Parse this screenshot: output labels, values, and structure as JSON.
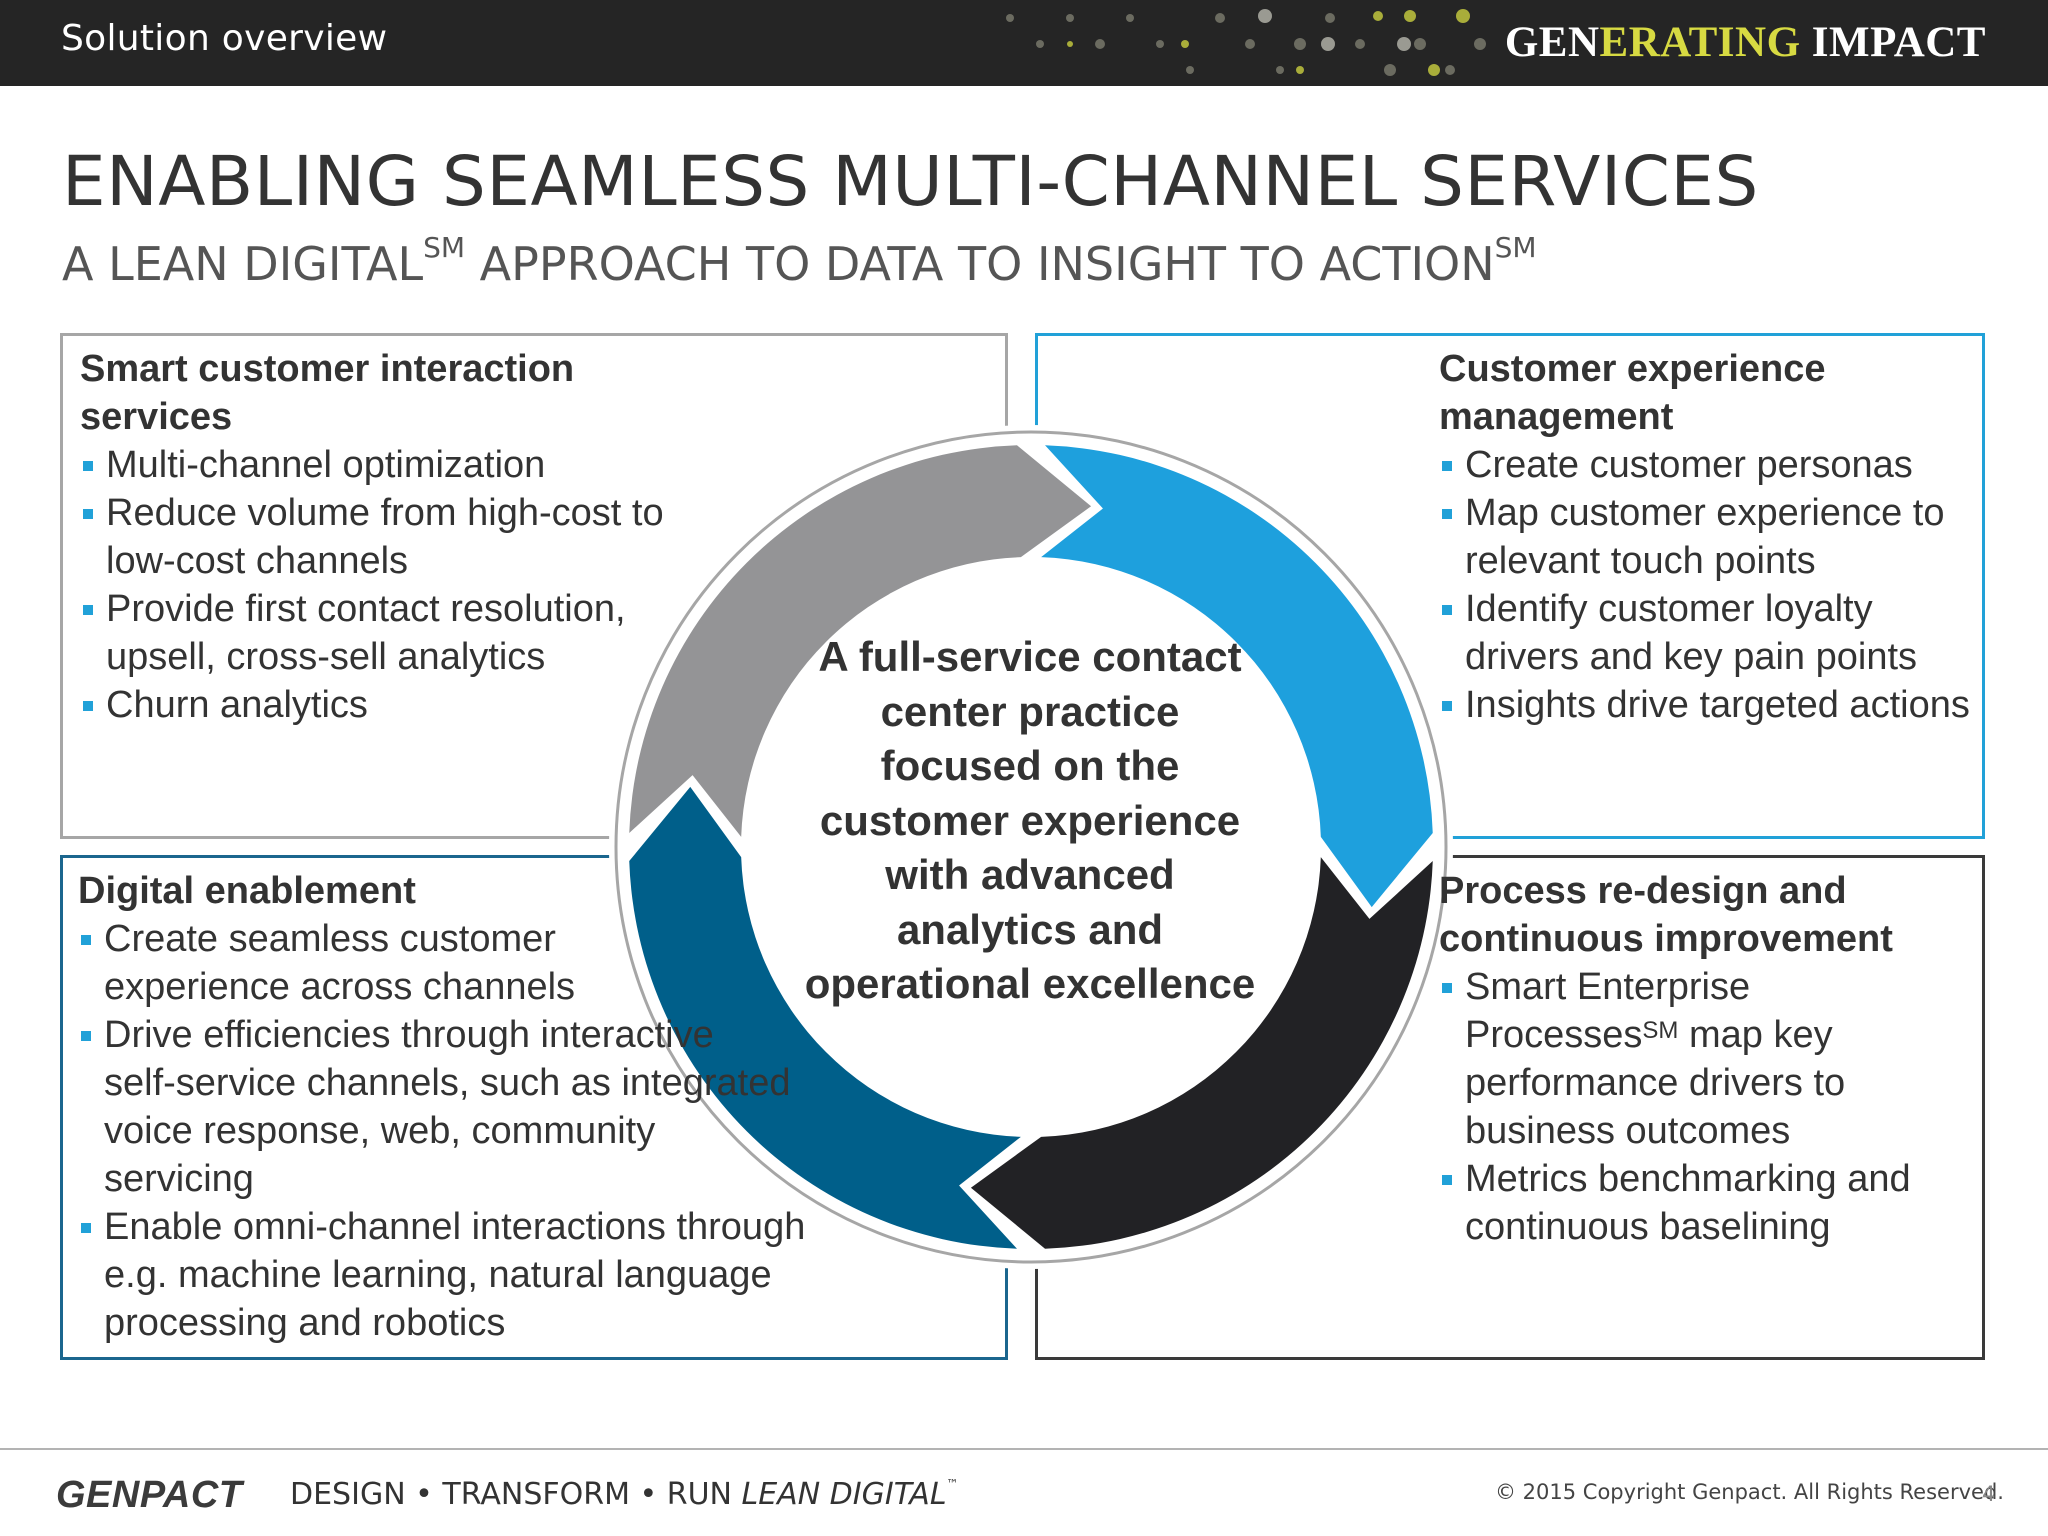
{
  "header": {
    "section_label": "Solution overview",
    "brand_part1": "GEN",
    "brand_part2": "ERATING ",
    "brand_part3": "IM",
    "brand_part4": "PACT"
  },
  "title": "ENABLING SEAMLESS MULTI-CHANNEL SERVICES",
  "subtitle": {
    "part1": "A LEAN DIGITAL",
    "sup1": "SM",
    "part2": " APPROACH TO DATA TO INSIGHT TO ACTION",
    "sup2": "SM"
  },
  "panels": {
    "tl": {
      "heading_line1": "Smart customer interaction",
      "heading_line2": "services",
      "bullets": [
        "Multi-channel optimization",
        "Reduce volume from high-cost to low-cost channels",
        "Provide first contact resolution, upsell, cross-sell analytics",
        "Churn analytics"
      ]
    },
    "tr": {
      "heading_line1": "Customer experience",
      "heading_line2": "management",
      "bullets": [
        "Create customer personas",
        "Map customer experience to relevant touch points",
        "Identify customer loyalty drivers and key pain points",
        "Insights drive targeted actions"
      ]
    },
    "bl": {
      "heading": "Digital enablement",
      "bullets": [
        "Create seamless customer experience across channels",
        "Drive efficiencies through interactive self-service channels, such as integrated voice response, web, community servicing",
        "Enable omni-channel interactions through e.g. machine learning, natural language processing and robotics"
      ]
    },
    "br": {
      "heading_line1": "Process re-design and",
      "heading_line2": "continuous improvement",
      "bullet1_a": "Smart Enterprise Processes",
      "bullet1_sup": "SM",
      "bullet1_b": " map key performance drivers to business outcomes",
      "bullet2": "Metrics benchmarking and continuous baselining"
    }
  },
  "center_text": "A full-service contact center practice focused on the customer experience with advanced analytics and operational excellence",
  "cycle_colors": {
    "gray": "#949496",
    "cyan": "#1ea0dd",
    "navy": "#005f8a",
    "dark": "#222225"
  },
  "footer": {
    "logo": "GENPACT",
    "tagline_main": "DESIGN • TRANSFORM • RUN ",
    "tagline_italic": "LEAN DIGITAL",
    "tagline_sup": "™",
    "copyright": "© 2015 Copyright Genpact. All Rights Reserved.",
    "page_number": "4"
  }
}
